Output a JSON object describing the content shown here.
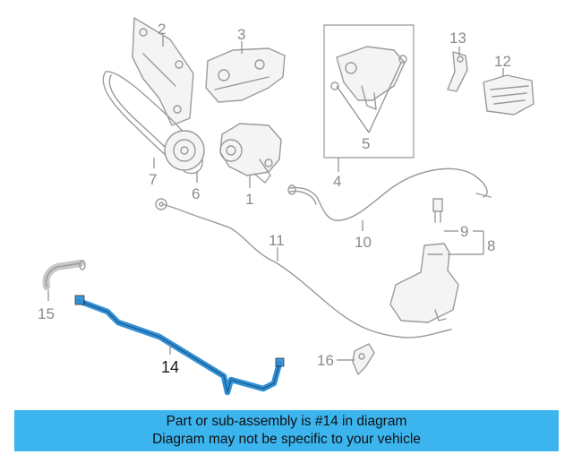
{
  "callouts": {
    "c1": "1",
    "c2": "2",
    "c3": "3",
    "c4": "4",
    "c5": "5",
    "c6": "6",
    "c7": "7",
    "c8": "8",
    "c9": "9",
    "c10": "10",
    "c11": "11",
    "c12": "12",
    "c13": "13",
    "c14": "14",
    "c15": "15",
    "c16": "16"
  },
  "banner": {
    "line1": "Part or sub-assembly is #14 in diagram",
    "line2": "Diagram may not be specific to your vehicle"
  },
  "colors": {
    "highlight": "#2f8fd6",
    "banner_bg": "#3cb4ee",
    "line_art": "#9a9a9a"
  }
}
